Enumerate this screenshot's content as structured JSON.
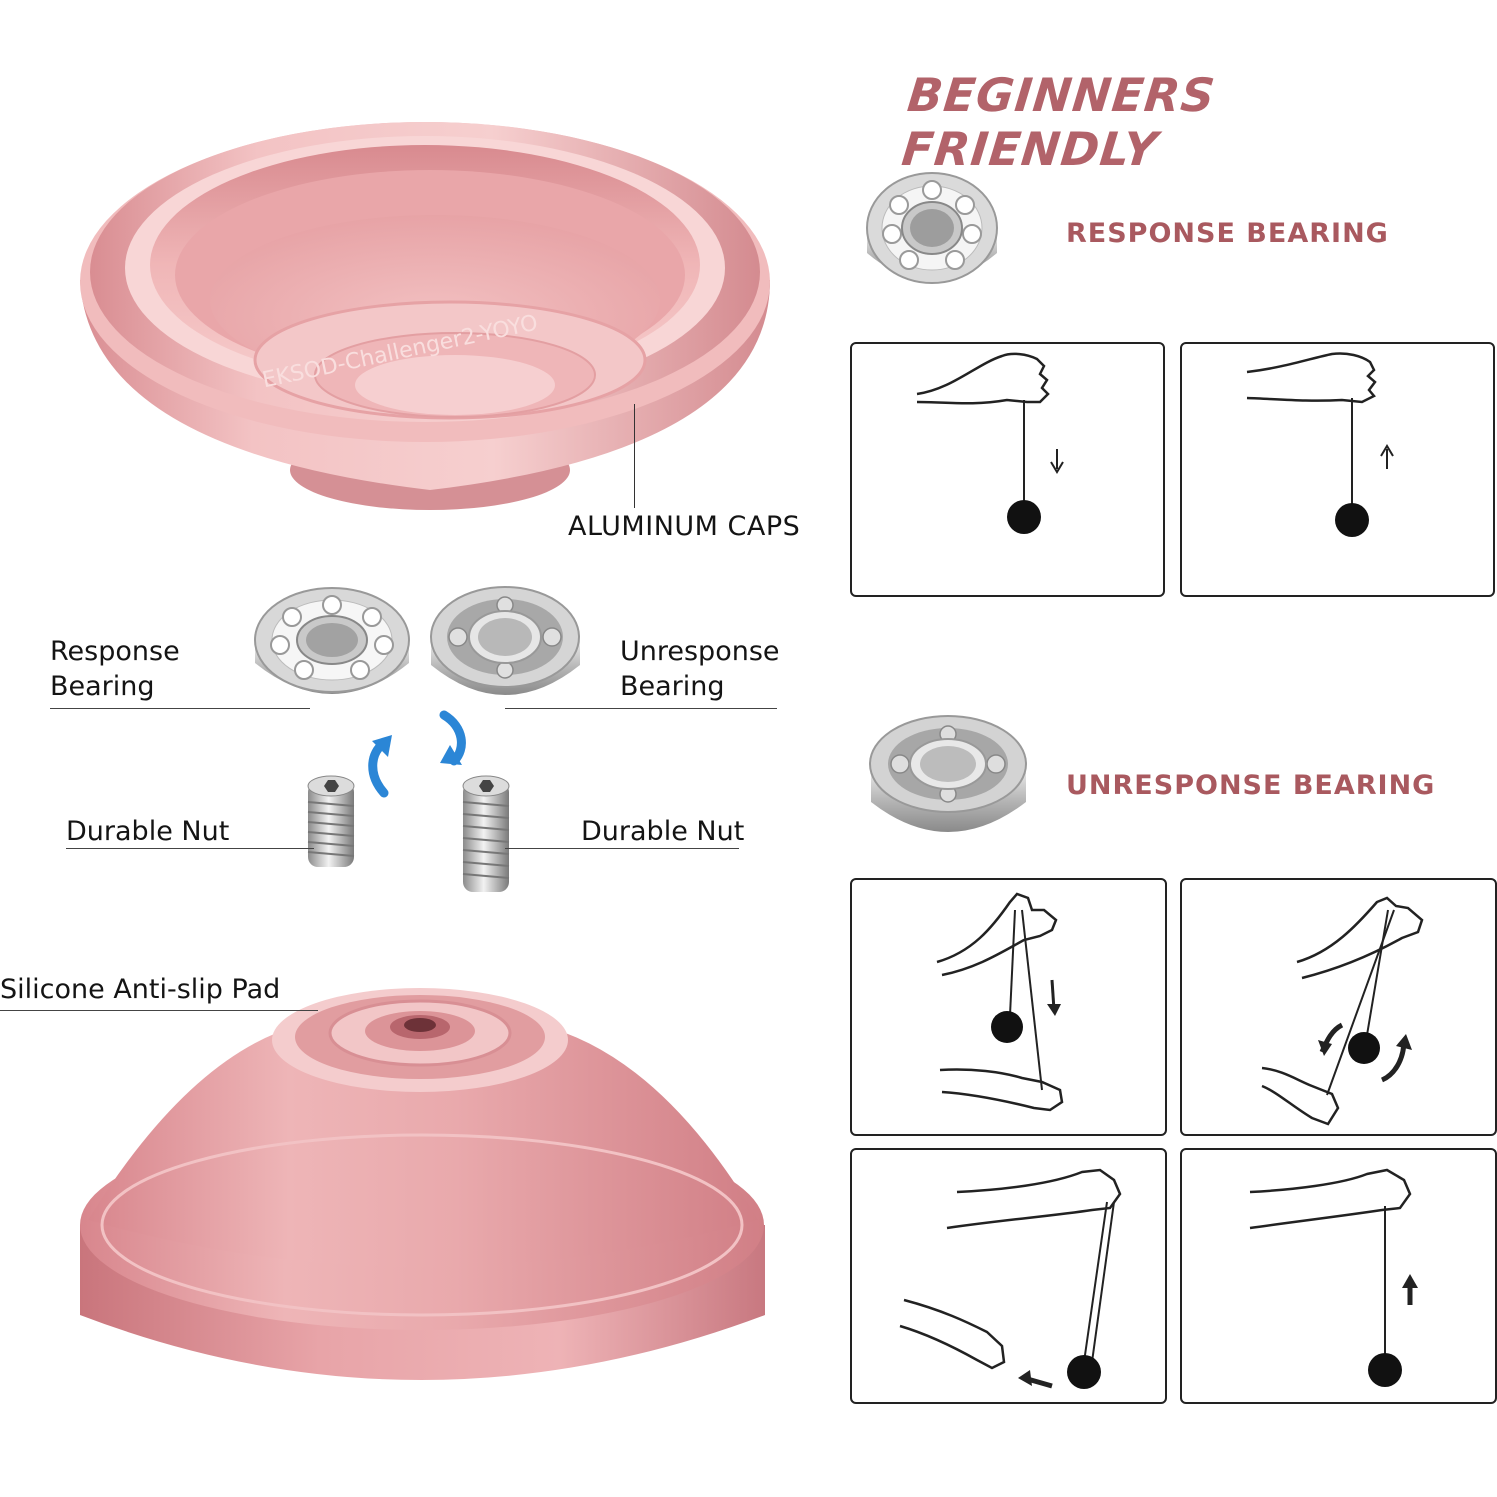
{
  "headline": "BEGINNERS FRIENDLY",
  "colors": {
    "accent": "#b2636a",
    "yoyo_pink": "#e8a8aa",
    "arrow_blue": "#2b86d6",
    "panel_border": "#222222"
  },
  "sections": {
    "response": {
      "label": "RESPONSE BEARING"
    },
    "unresponse": {
      "label": "UNRESPONSE BEARING"
    }
  },
  "parts": {
    "aluminum_caps": "ALUMINUM CAPS",
    "response_bearing": [
      "Response",
      "Bearing"
    ],
    "unresponse_bearing": [
      "Unresponse",
      "Bearing"
    ],
    "durable_nut_left": "Durable Nut",
    "durable_nut_right": "Durable Nut",
    "silicone_pad": "Silicone Anti-slip Pad"
  },
  "engraving": "EKSOD-Challenger2-YOYO",
  "icons": [
    "hand-throw-down-icon",
    "hand-pull-up-icon",
    "yoyo-ball-icon",
    "curved-arrow-icon",
    "ball-bearing-icon",
    "set-screw-icon"
  ]
}
